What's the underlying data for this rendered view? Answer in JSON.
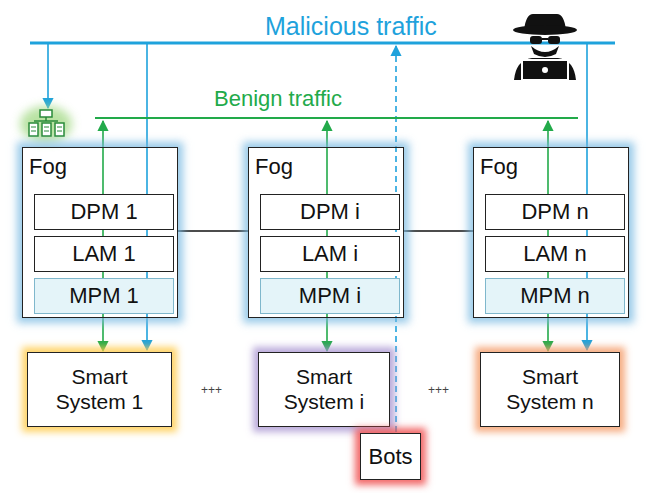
{
  "diagram": {
    "nodes": [
      {
        "text": [
          "Fog"
        ]
      },
      {
        "text": [
          "DPM 1"
        ],
        "in": 0
      },
      {
        "text": [
          "LAM 1"
        ],
        "in": 0
      },
      {
        "text": [
          "MPM 1"
        ],
        "in": 0
      },
      {
        "text": [
          "Fog"
        ]
      },
      {
        "text": [
          "DPM i"
        ],
        "in": 4
      },
      {
        "text": [
          "LAM i"
        ],
        "in": 4
      },
      {
        "text": [
          "MPM i"
        ],
        "in": 4
      },
      {
        "text": [
          "Fog"
        ]
      },
      {
        "text": [
          "DPM n"
        ],
        "in": 8
      },
      {
        "text": [
          "LAM n"
        ],
        "in": 8
      },
      {
        "text": [
          "MPM n"
        ],
        "in": 8
      },
      {
        "text": [
          "Smart System 1"
        ]
      },
      {
        "text": [
          "Smart System i"
        ]
      },
      {
        "text": [
          "Smart System n"
        ]
      },
      {
        "text": [
          "Bots"
        ]
      }
    ],
    "edges": [
      {
        "from": 0,
        "to": 4,
        "arrow": "none"
      },
      {
        "from": 4,
        "to": 8,
        "arrow": "none"
      },
      {
        "from": 3,
        "to": 12,
        "arrow": "to"
      },
      {
        "from": 7,
        "to": 13,
        "arrow": "to"
      },
      {
        "from": 11,
        "to": 14,
        "arrow": "to"
      }
    ],
    "labels": [
      "Malicious traffic",
      "Benign traffic",
      "+++",
      "+++"
    ]
  }
}
